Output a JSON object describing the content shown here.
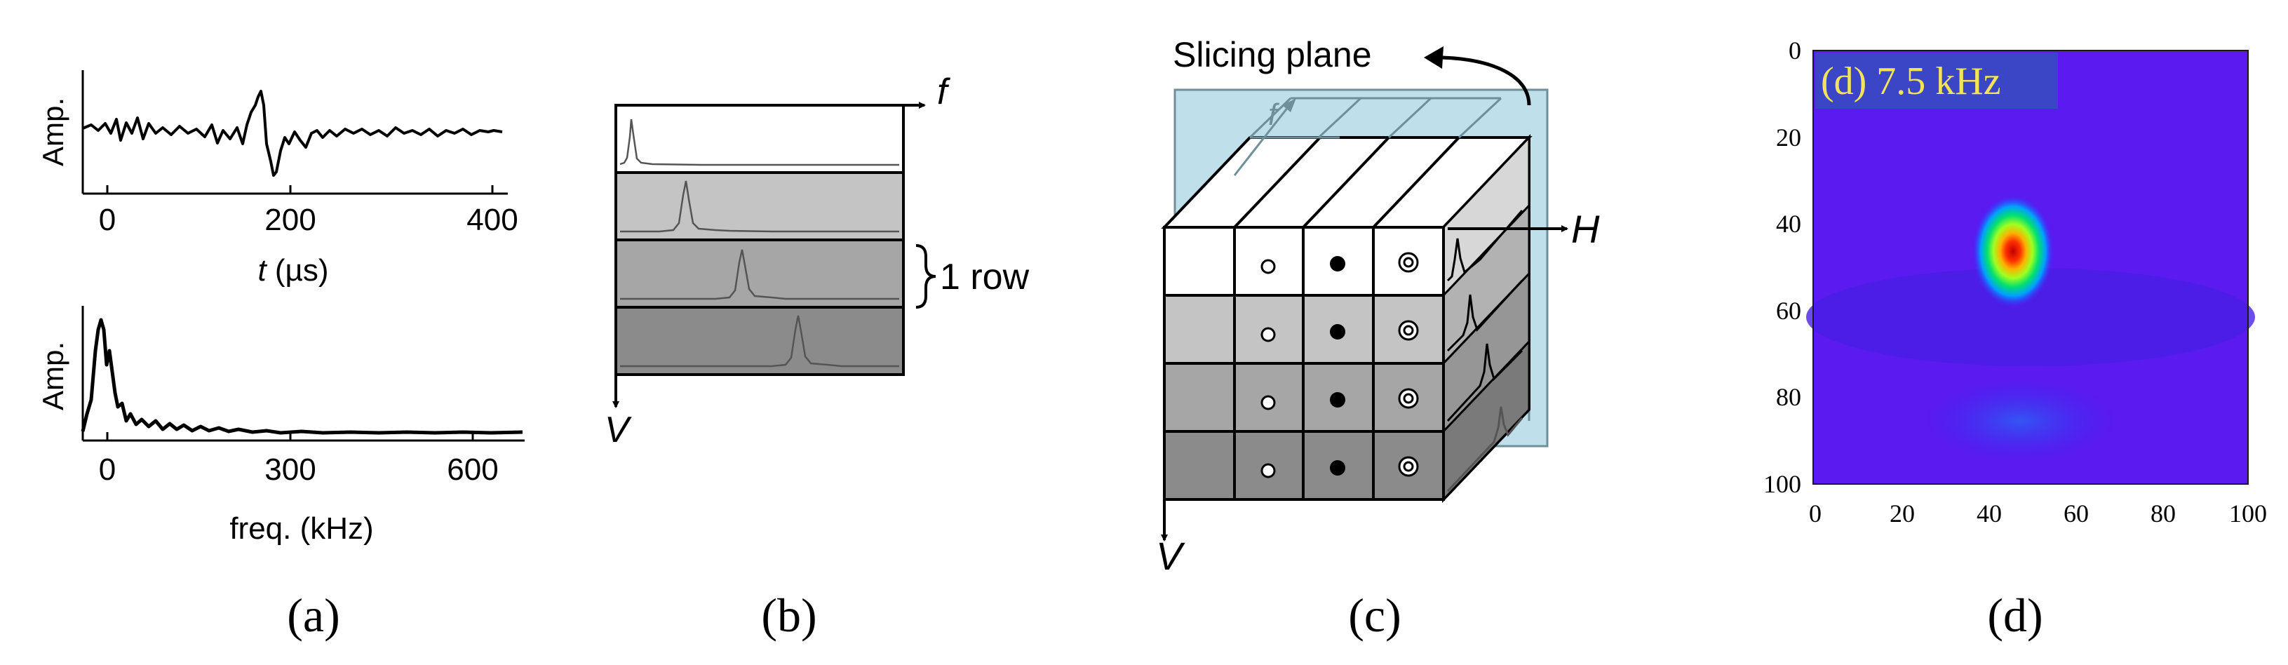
{
  "panel_a": {
    "caption": "(a)",
    "time_plot": {
      "ylabel": "Amp.",
      "xlabel_var": "t",
      "xlabel_unit": " (µs)",
      "ticks": [
        "0",
        "200",
        "400"
      ]
    },
    "freq_plot": {
      "ylabel": "Amp.",
      "xlabel": "freq. (kHz)",
      "ticks": [
        "0",
        "300",
        "600"
      ]
    }
  },
  "panel_b": {
    "caption": "(b)",
    "axis_f": "f",
    "axis_v": "V",
    "row_label": "1 row",
    "strip_colors": [
      "#ffffff",
      "#c4c4c4",
      "#a6a6a6",
      "#8b8b8b"
    ]
  },
  "panel_c": {
    "caption": "(c)",
    "plane_label": "Slicing plane",
    "axis_f": "f",
    "axis_h": "H",
    "axis_v": "V",
    "row_colors": [
      "#ffffff",
      "#c4c4c4",
      "#a6a6a6",
      "#8b8b8b"
    ],
    "plane_color": "#bfe0ea"
  },
  "panel_d": {
    "caption": "(d)",
    "title": "(d) 7.5 kHz",
    "x_ticks": [
      "0",
      "20",
      "40",
      "60",
      "80",
      "100"
    ],
    "y_ticks": [
      "0",
      "20",
      "40",
      "60",
      "80",
      "100"
    ],
    "title_color": "#f2e35a"
  }
}
